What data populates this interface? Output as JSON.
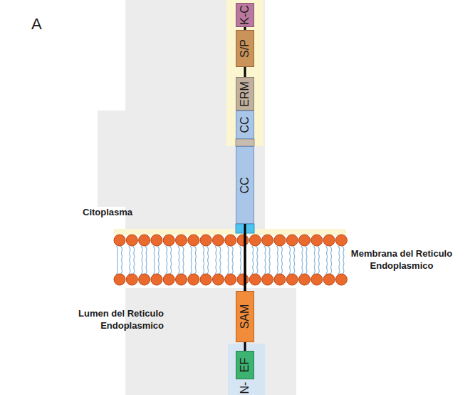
{
  "diagram": {
    "nodes": [
      {
        "text": [
          "K-C"
        ]
      },
      {
        "text": [
          "S/P"
        ]
      },
      {
        "text": [
          "ERM"
        ]
      },
      {
        "text": [
          "CC"
        ]
      },
      {
        "text": [
          "CC"
        ]
      },
      {
        "text": [
          "SAM"
        ]
      },
      {
        "text": [
          "EF"
        ]
      }
    ],
    "edges": [
      {
        "from": 0,
        "to": 1,
        "arrow": "none"
      },
      {
        "from": 1,
        "to": 2,
        "arrow": "none"
      },
      {
        "from": 4,
        "to": 5,
        "arrow": "none"
      },
      {
        "from": 5,
        "to": 6,
        "arrow": "none"
      }
    ],
    "labels": [
      "A",
      "Citoplasma",
      "Membrana del Reticulo Endoplasmico",
      "Lumen del Reticulo Endoplasmico",
      "N-"
    ]
  }
}
